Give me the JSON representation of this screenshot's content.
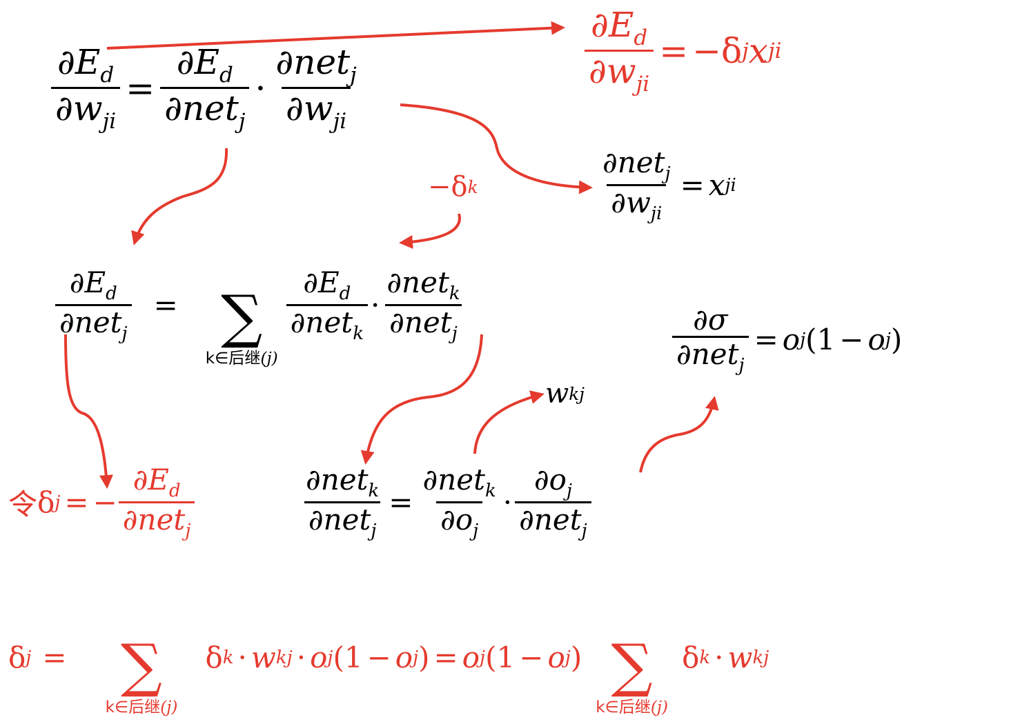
{
  "colors": {
    "accent": "#e53a2e",
    "ink": "#000000"
  },
  "sym": {
    "partial": "∂",
    "E": "E",
    "w": "w",
    "net": "net",
    "o": "o",
    "x": "x",
    "sigma": "σ",
    "delta": "δ",
    "dot": "·",
    "eq": "=",
    "minus": "−",
    "sum": "∑",
    "one": "1",
    "lparen": "(",
    "rparen": ")",
    "d": "d",
    "j": "j",
    "k": "k",
    "ji": "ji",
    "kj": "kj"
  },
  "labels": {
    "let": "令",
    "successor": "k∈后继",
    "paren_j": "(j)"
  }
}
